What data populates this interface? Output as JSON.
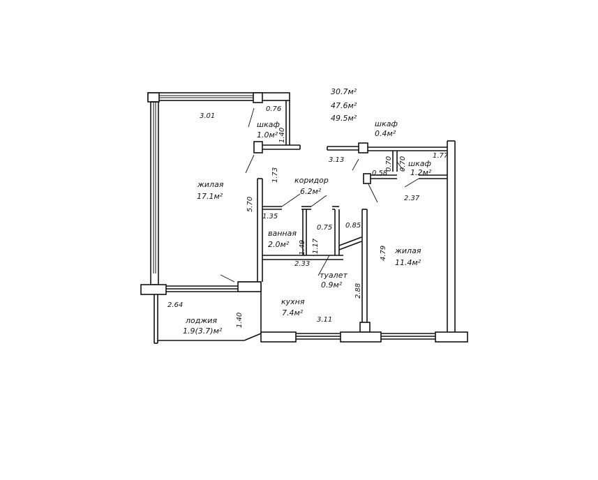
{
  "areas": {
    "living": "30.7м²",
    "main": "47.6м²",
    "total": "49.5м²"
  },
  "rooms": {
    "living_big": {
      "name": "жилая",
      "area": "17.1м²"
    },
    "closet_1": {
      "name": "шкаф",
      "area": "1.0м²"
    },
    "corridor": {
      "name": "коридор",
      "area": "6.2м²"
    },
    "bathroom": {
      "name": "ванная",
      "area": "2.0м²"
    },
    "toilet": {
      "name": "туалет",
      "area": "0.9м²"
    },
    "kitchen": {
      "name": "кухня",
      "area": "7.4м²"
    },
    "living_small": {
      "name": "жилая",
      "area": "11.4м²"
    },
    "closet_2": {
      "name": "шкаф",
      "area": "0.4м²"
    },
    "closet_3": {
      "name": "шкаф",
      "area": "1.2м²"
    },
    "loggia": {
      "name": "лоджия",
      "area": "1.9(3.7)м²"
    }
  },
  "dimensions": {
    "d_301": "3.01",
    "d_076": "0.76",
    "d_140_closet": "1.40",
    "d_173": "1.73",
    "d_570": "5.70",
    "d_135": "1.35",
    "d_075": "0.75",
    "d_085": "0.85",
    "d_149": "1.49",
    "d_117": "1.17",
    "d_233": "2.33",
    "d_479": "4.79",
    "d_288": "2.88",
    "d_311": "3.11",
    "d_264": "2.64",
    "d_140_loggia": "1.40",
    "d_313": "3.13",
    "d_070_a": "0.70",
    "d_070_b": "0.70",
    "d_058": "0.58",
    "d_177": "1.77",
    "d_237": "2.37"
  }
}
